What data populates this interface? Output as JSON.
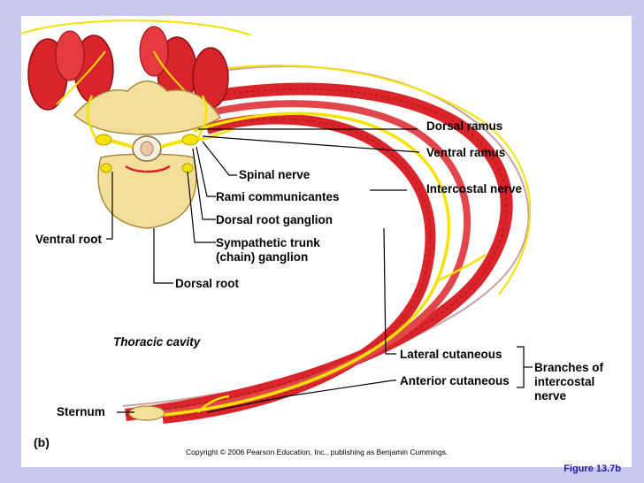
{
  "labels": {
    "dorsal_ramus": "Dorsal ramus",
    "ventral_ramus": "Ventral ramus",
    "spinal_nerve": "Spinal nerve",
    "intercostal_nerve": "Intercostal nerve",
    "rami_communicantes": "Rami communicantes",
    "dorsal_root_ganglion": "Dorsal root ganglion",
    "ventral_root": "Ventral root",
    "sympathetic_trunk_line1": "Sympathetic trunk",
    "sympathetic_trunk_line2": "(chain) ganglion",
    "dorsal_root": "Dorsal root",
    "thoracic_cavity": "Thoracic cavity",
    "lateral_cutaneous": "Lateral cutaneous",
    "anterior_cutaneous": "Anterior cutaneous",
    "branches_line1": "Branches of",
    "branches_line2": "intercostal",
    "branches_line3": "nerve",
    "sternum": "Sternum",
    "panel": "(b)"
  },
  "copyright": "Copyright © 2006 Pearson Education, Inc., publishing as Benjamin Cummings.",
  "figure_label": "Figure 13.7b",
  "colors": {
    "frame_background": "#c9c8ee",
    "muscle": "#d8242a",
    "muscle_dark": "#a61418",
    "nerve": "#f4e200",
    "bone": "#f2e09a",
    "figure_label": "#1a1aa8"
  }
}
